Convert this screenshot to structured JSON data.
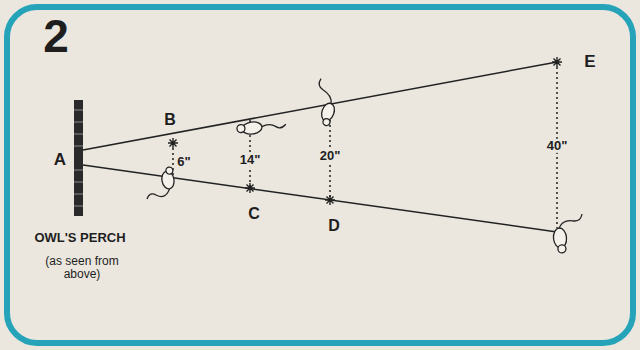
{
  "diagram": {
    "labels": [
      "2",
      "A",
      "B",
      "C",
      "D",
      "E",
      "6\"",
      "14\"",
      "20\"",
      "40\"",
      "OWL'S PERCH",
      "(as seen from above)"
    ]
  }
}
